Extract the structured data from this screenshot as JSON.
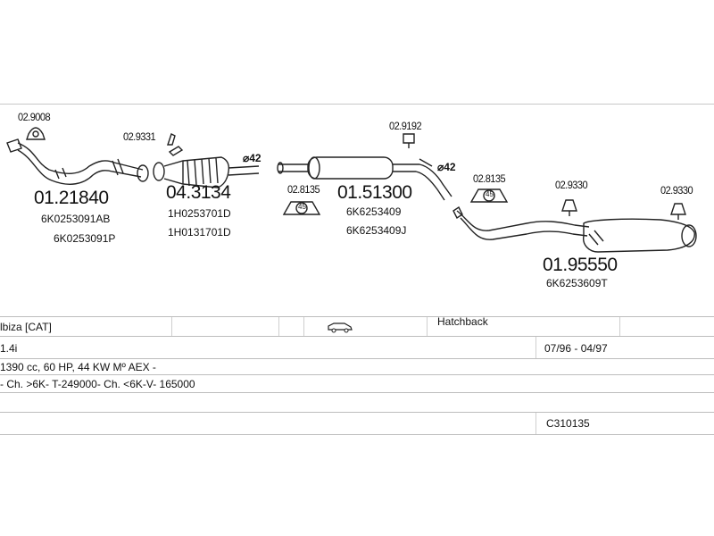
{
  "parts": {
    "clamp_a": "02.9008",
    "clamp_b": "02.9331",
    "clamp_c": "02.8135",
    "clamp_d": "02.9192",
    "clamp_e": "02.8135",
    "clamp_f": "02.9330",
    "clamp_g": "02.9330",
    "front_pipe": {
      "number": "01.21840",
      "oem": [
        "6K0253091AB",
        "6K0253091P"
      ]
    },
    "catalyst": {
      "number": "04.3134",
      "oem": [
        "1H0253701D",
        "1H0131701D"
      ]
    },
    "middle_silencer": {
      "number": "01.51300",
      "oem": [
        "6K6253409",
        "6K6253409J"
      ]
    },
    "rear_silencer": {
      "number": "01.95550",
      "oem": [
        "6K6253609T"
      ]
    },
    "diameter_1": "⌀42",
    "diameter_2": "⌀42",
    "gasket_size_1": "45",
    "gasket_size_2": "45"
  },
  "vehicle": {
    "model": "lbiza  [CAT]",
    "body": "Hatchback",
    "engine": "1.4i",
    "years": "07/96 - 04/97",
    "spec": "1390 cc, 60 HP, 44 KW Mº AEX -",
    "chassis": "- Ch. >6K- T-249000- Ch. <6K-V- 165000",
    "code": "C310135",
    "body_icon": "hatchback-car-icon"
  }
}
